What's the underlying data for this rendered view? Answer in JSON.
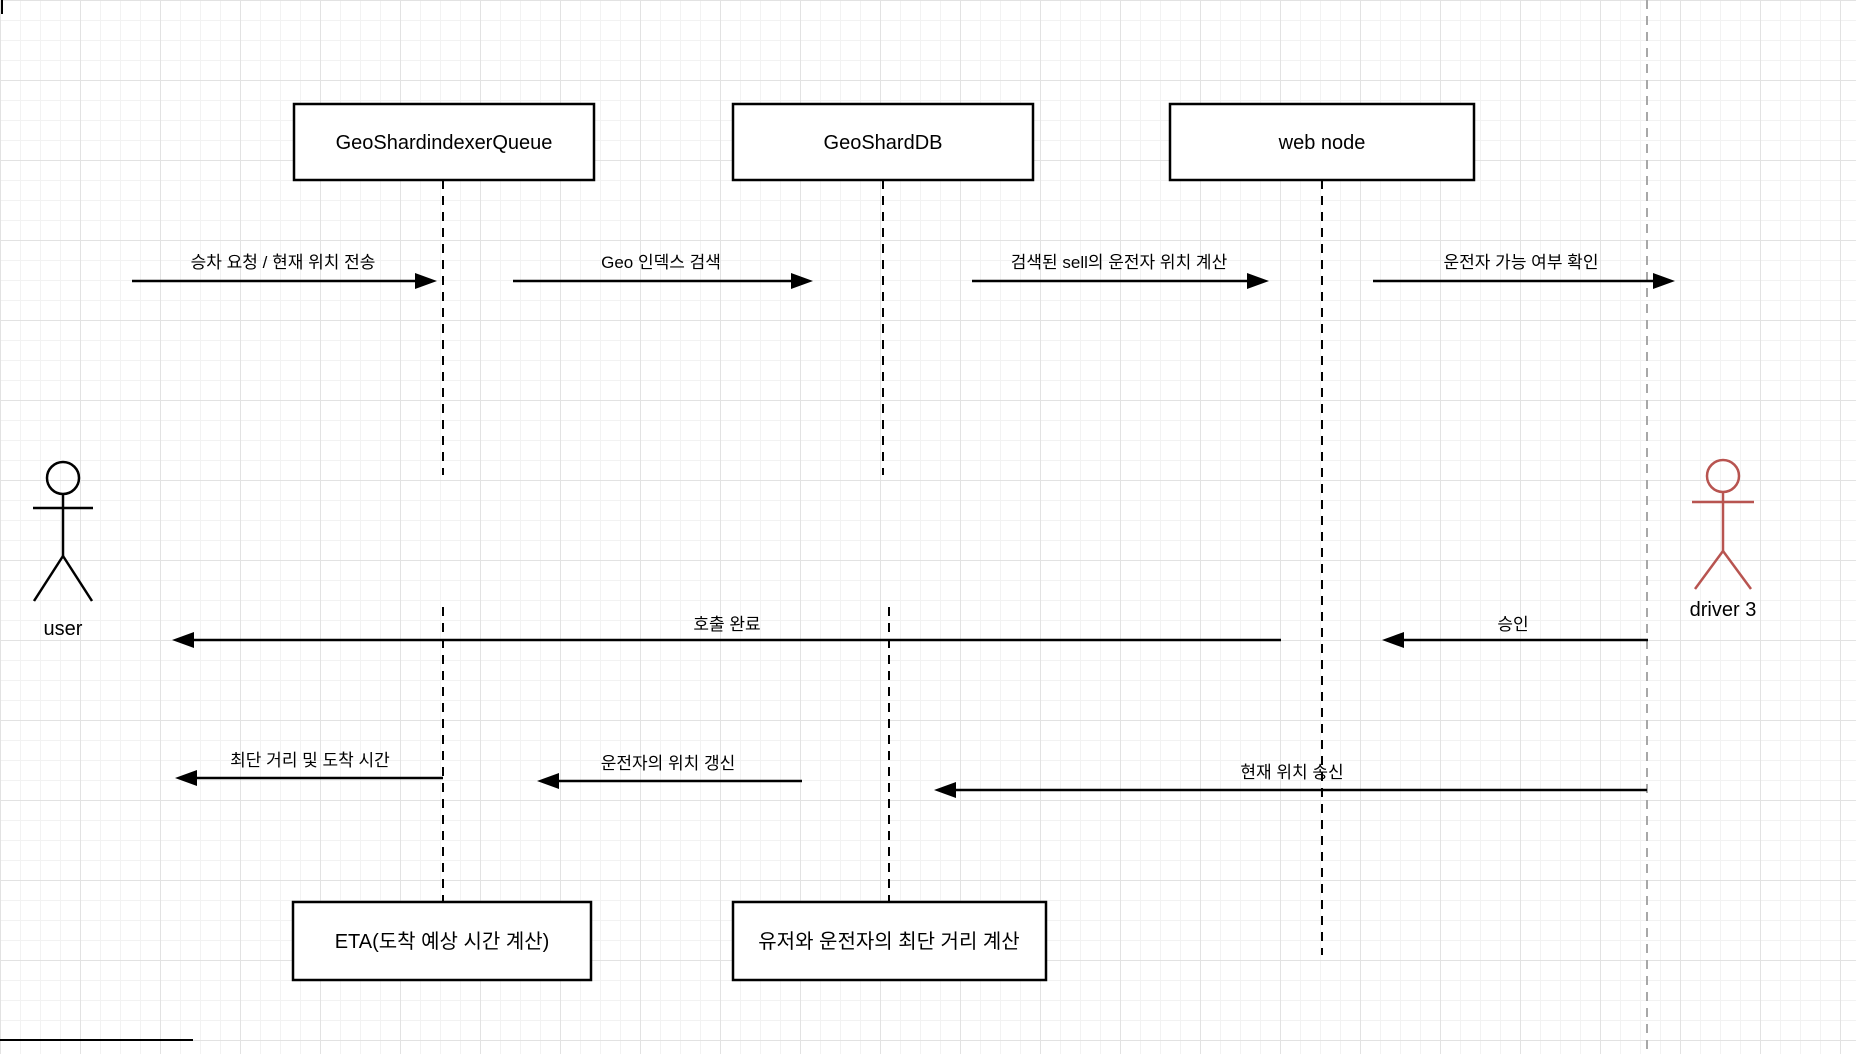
{
  "diagram_type": "sequence-diagram",
  "canvas": {
    "background": "#ffffff",
    "grid_minor_color": "#f2f2f2",
    "grid_major_color": "#e2e2e2"
  },
  "participants": [
    {
      "label": "GeoShardindexerQueue"
    },
    {
      "label": "GeoShardDB"
    },
    {
      "label": "web node"
    }
  ],
  "actors": [
    {
      "label": "user",
      "stroke_color": "#000000",
      "head_fill": "#ffffff"
    },
    {
      "label": "driver 3",
      "stroke_color": "#b85450",
      "head_fill": "#f8cecc",
      "lifeline_color": "#a8a8a8"
    }
  ],
  "messages": [
    {
      "label": "승차 요청 / 현재 위치 전송",
      "from": "user",
      "to": "GeoShardindexerQueue",
      "direction": "right"
    },
    {
      "label": "Geo 인덱스 검색",
      "from": "GeoShardindexerQueue",
      "to": "GeoShardDB",
      "direction": "right"
    },
    {
      "label": "검색된 sell의 운전자 위치 계산",
      "from": "GeoShardDB",
      "to": "web node",
      "direction": "right"
    },
    {
      "label": "운전자 가능 여부 확인",
      "from": "web node",
      "to": "driver 3",
      "direction": "right"
    },
    {
      "label": "호출 완료",
      "from": "web node",
      "to": "user",
      "direction": "left"
    },
    {
      "label": "승인",
      "from": "driver 3",
      "to": "web node",
      "direction": "left"
    },
    {
      "label": "최단 거리 및 도착 시간",
      "from": "GeoShardindexerQueue",
      "to": "user",
      "direction": "left"
    },
    {
      "label": "운전자의 위치 갱신",
      "from": "GeoShardDB",
      "to": "GeoShardindexerQueue",
      "direction": "left"
    },
    {
      "label": "현재 위치 송신",
      "from": "driver 3",
      "to": "web node",
      "direction": "left"
    }
  ],
  "process_boxes": [
    {
      "label": "ETA(도착 예상 시간 계산)"
    },
    {
      "label": "유저와 운전자의 최단 거리 계산"
    }
  ]
}
